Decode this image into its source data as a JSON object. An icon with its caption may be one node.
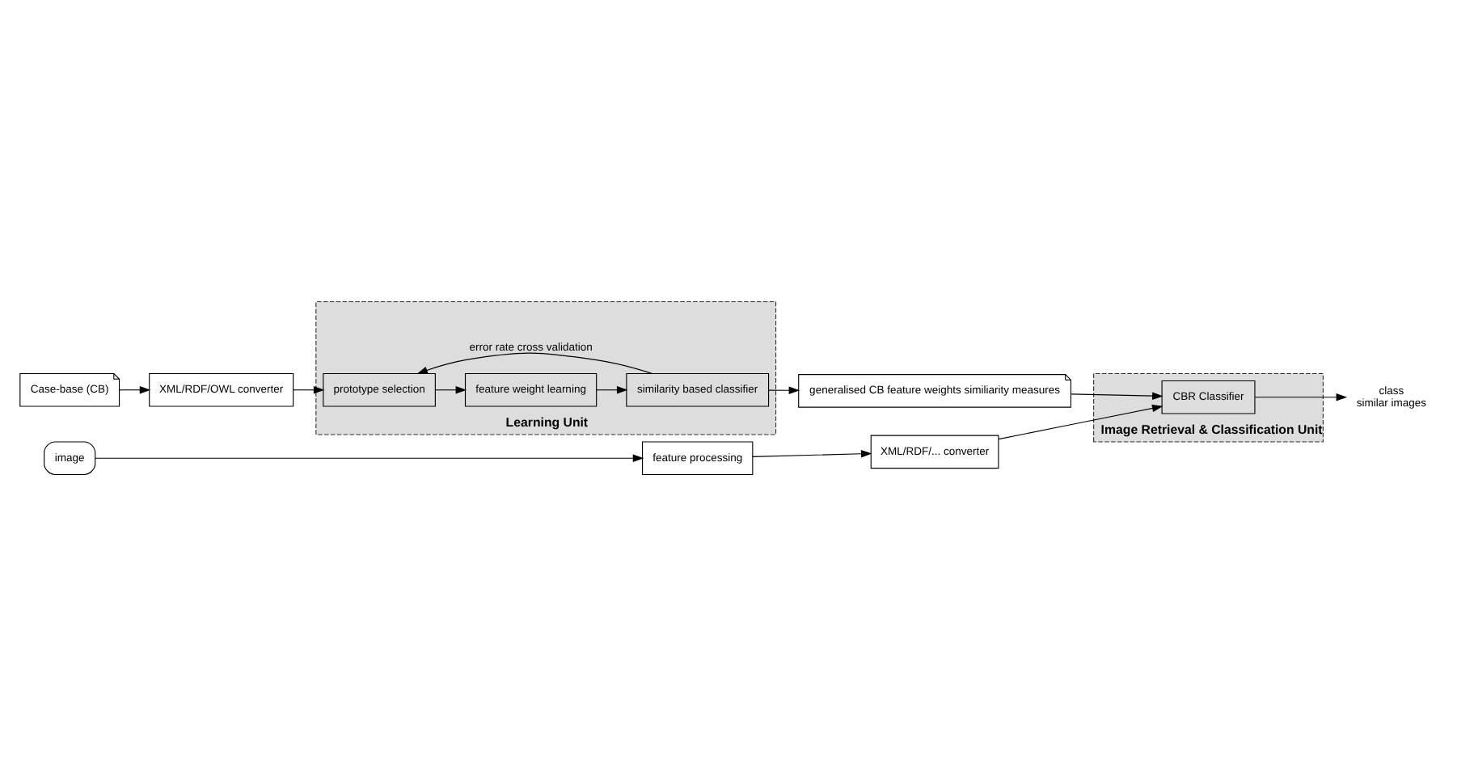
{
  "diagram": {
    "nodes": [
      {
        "text": [
          "Case-base (CB)"
        ]
      },
      {
        "text": [
          "XML/RDF/OWL converter"
        ]
      },
      {
        "text": [
          "Learning Unit"
        ]
      },
      {
        "text": [
          "prototype selection"
        ],
        "in": 2
      },
      {
        "text": [
          "feature weight learning"
        ],
        "in": 2
      },
      {
        "text": [
          "similarity based classifier"
        ],
        "in": 2
      },
      {
        "text": [
          "generalised CB feature weights similiarity measures"
        ]
      },
      {
        "text": [
          "image"
        ]
      },
      {
        "text": [
          "feature processing"
        ]
      },
      {
        "text": [
          "XML/RDF/... converter"
        ]
      },
      {
        "text": [
          "Image Retrieval & Classification Unit"
        ]
      },
      {
        "text": [
          "CBR Classifier"
        ],
        "in": 10
      },
      {
        "text": [
          "class",
          "similar images"
        ]
      }
    ],
    "edges": [
      {
        "from": 0,
        "to": 1,
        "arrow": "to"
      },
      {
        "from": 1,
        "to": 3,
        "arrow": "to"
      },
      {
        "from": 3,
        "to": 4,
        "arrow": "to"
      },
      {
        "from": 4,
        "to": 5,
        "arrow": "to"
      },
      {
        "from": 5,
        "to": 3,
        "arrow": "to",
        "label": "error rate cross validation"
      },
      {
        "from": 5,
        "to": 6,
        "arrow": "to"
      },
      {
        "from": 6,
        "to": 11,
        "arrow": "to"
      },
      {
        "from": 7,
        "to": 8,
        "arrow": "to"
      },
      {
        "from": 8,
        "to": 9,
        "arrow": "to"
      },
      {
        "from": 9,
        "to": 11,
        "arrow": "to"
      },
      {
        "from": 11,
        "to": 12,
        "arrow": "to"
      }
    ]
  }
}
